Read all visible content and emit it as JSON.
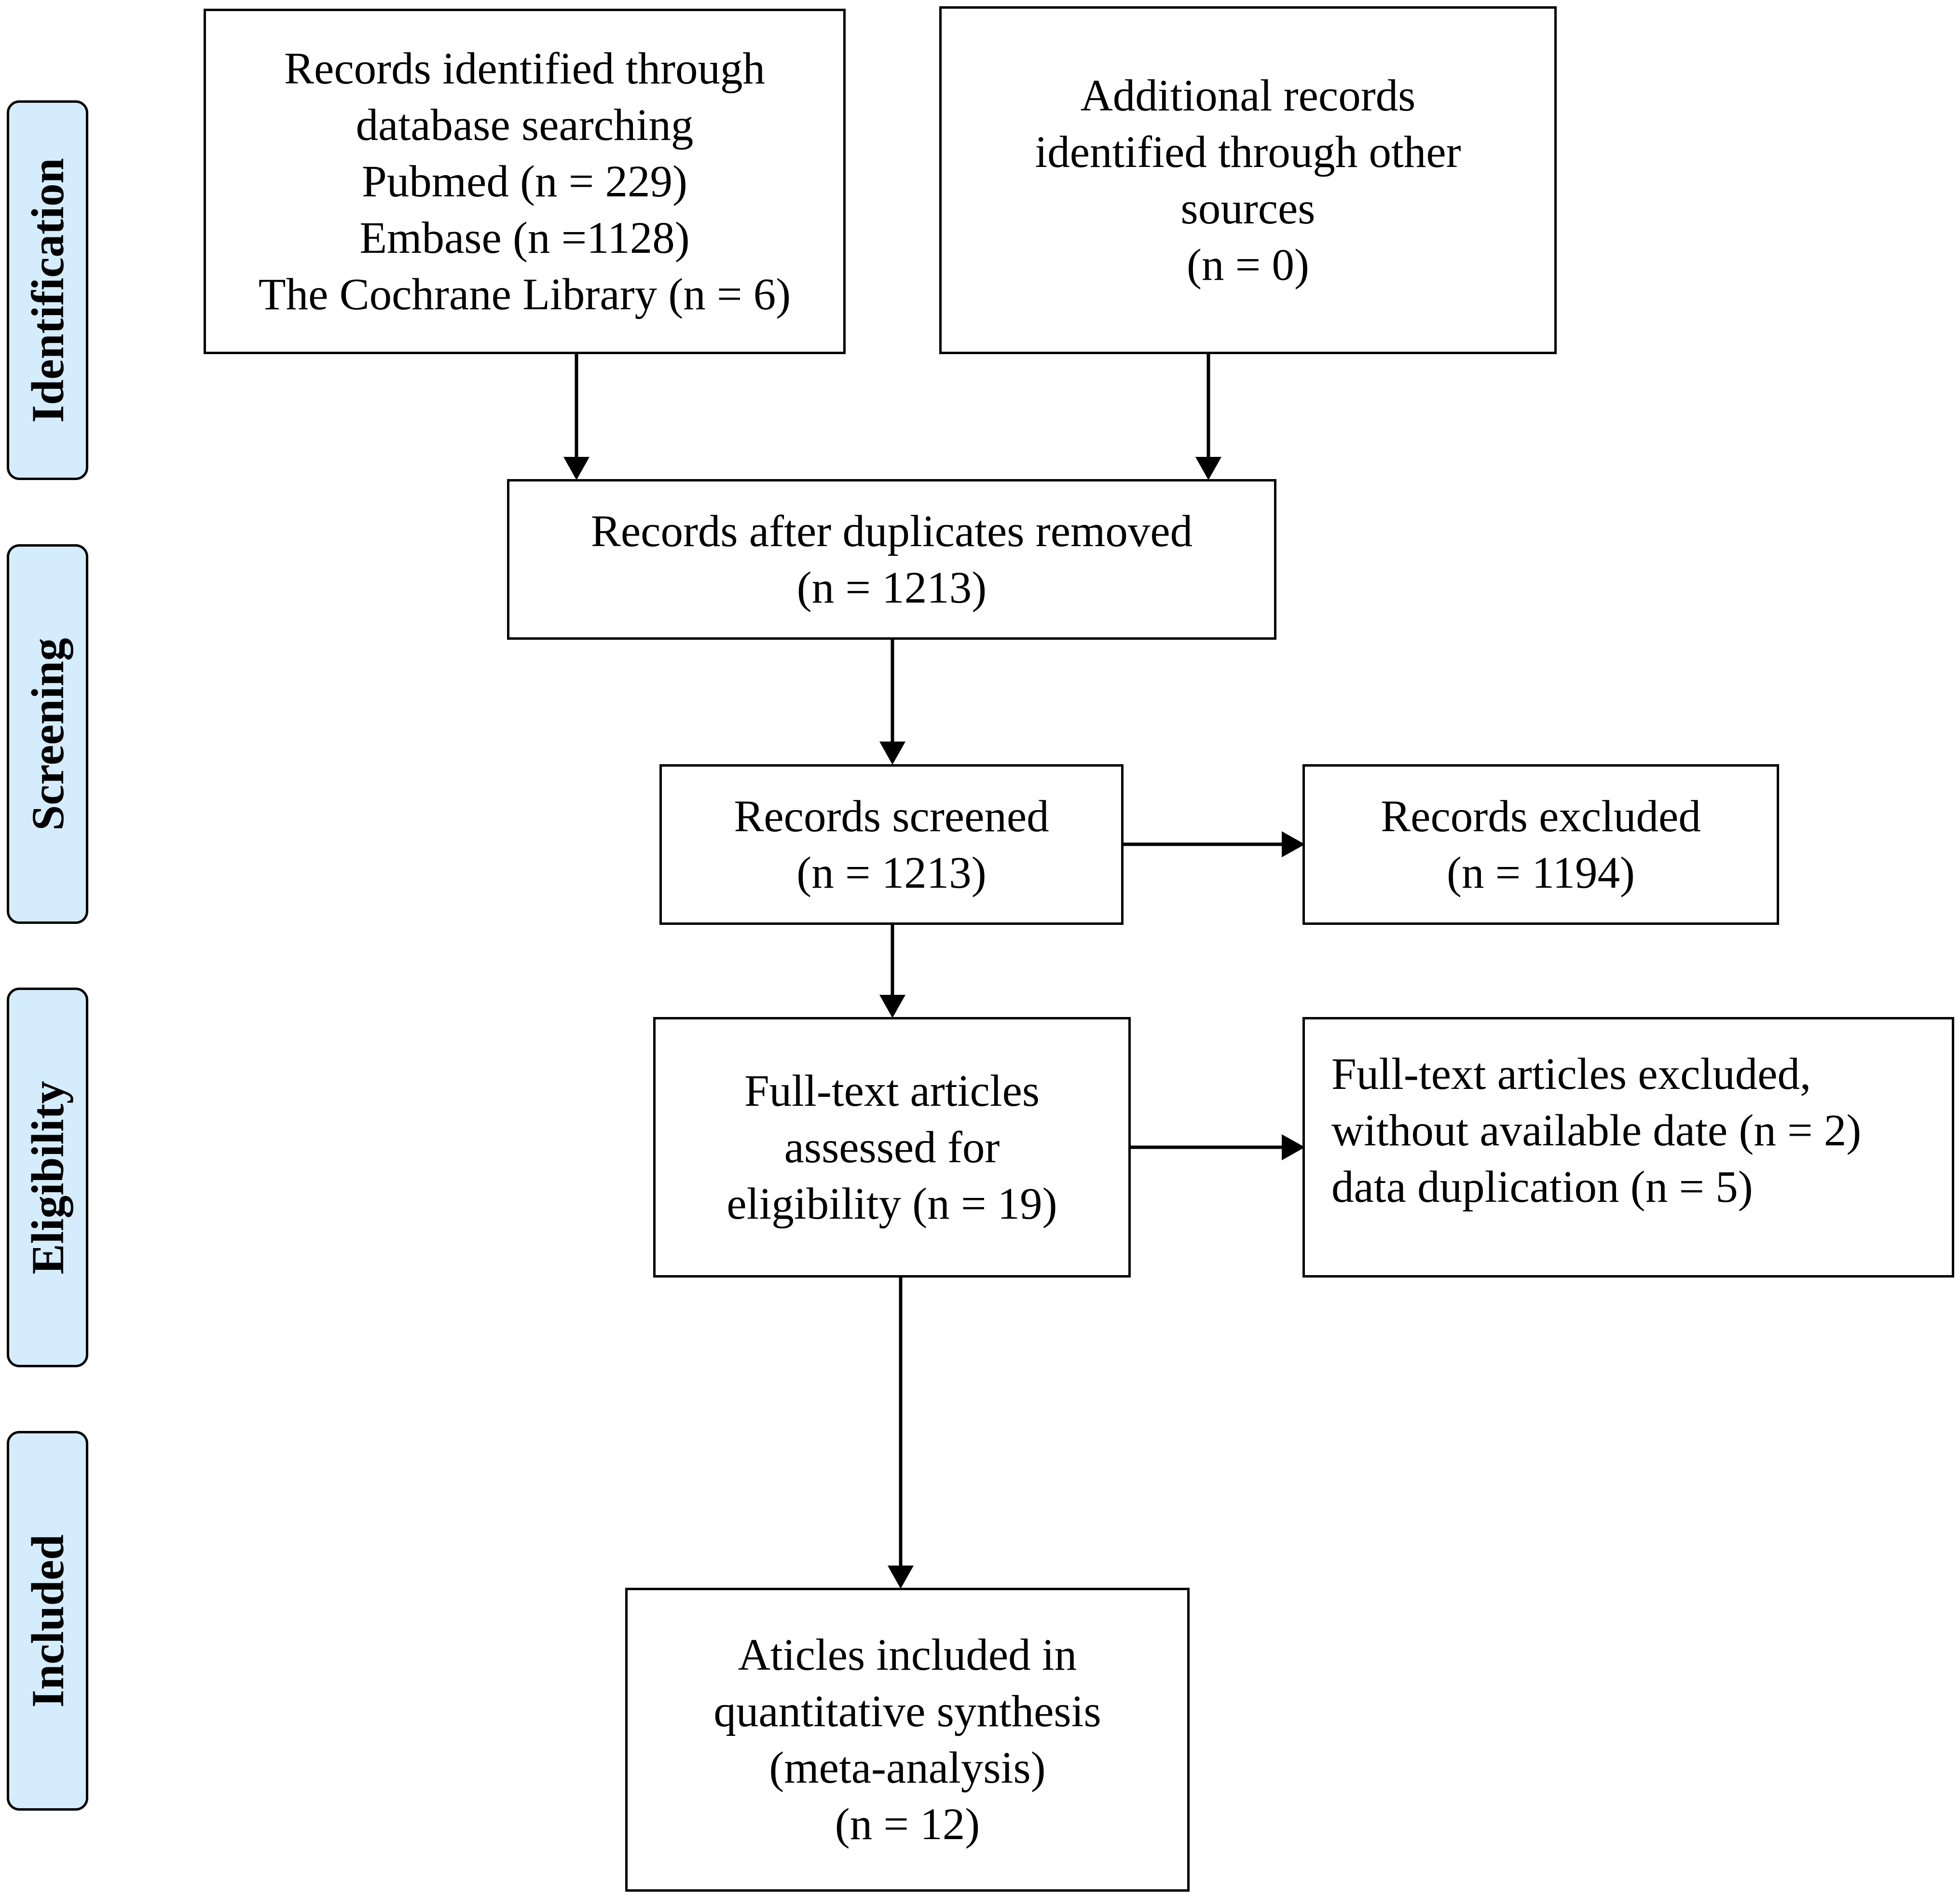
{
  "stages": {
    "identification": "Identification",
    "screening": "Screening",
    "eligibility": "Eligibility",
    "included": "Included"
  },
  "boxes": {
    "database_search": [
      "Records identified through",
      "database searching",
      "Pubmed (n = 229)",
      "Embase (n =1128)",
      "The Cochrane Library (n = 6)"
    ],
    "other_sources": [
      "Additional records",
      "identified through other",
      "sources",
      "(n = 0)"
    ],
    "duplicates_removed": [
      "Records after duplicates removed",
      "(n = 1213)"
    ],
    "screened": [
      "Records screened",
      "(n = 1213)"
    ],
    "excluded": [
      "Records excluded",
      "(n = 1194)"
    ],
    "fulltext_assessed": [
      "Full-text articles",
      "assessed for",
      "eligibility (n = 19)"
    ],
    "fulltext_excluded": [
      "Full-text articles excluded,",
      "without available date (n = 2)",
      "data duplication (n = 5)"
    ],
    "included": [
      "Aticles included in",
      "quantitative synthesis",
      "(meta-analysis)",
      "(n = 12)"
    ]
  },
  "colors": {
    "stage_fill": "#d4ecfb",
    "border": "#000000",
    "background": "#ffffff"
  }
}
